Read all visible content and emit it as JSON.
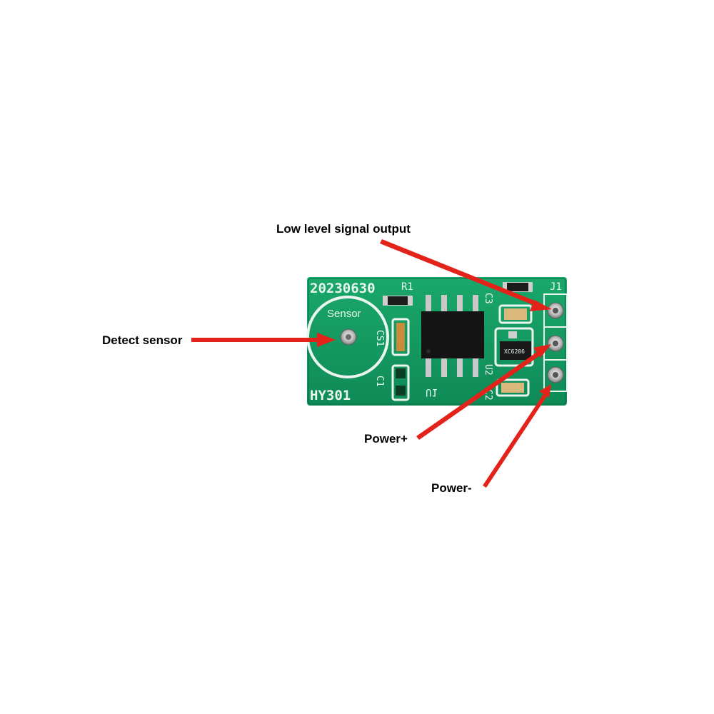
{
  "labels": {
    "signal_output": "Low level signal output",
    "detect_sensor": "Detect sensor",
    "power_plus": "Power+",
    "power_minus": "Power-"
  },
  "board": {
    "date_code": "20230630",
    "model": "HY301",
    "sensor_label": "Sensor",
    "ref_r1": "R1",
    "ref_j1": "J1",
    "ref_cs1": "CS1",
    "ref_c1": "C1",
    "ref_c3": "C3",
    "ref_u2": "U2",
    "ref_u1": "U1",
    "ref_c2": "C2",
    "chip_marking": "XC6206"
  },
  "colors": {
    "pcb": "#149a62",
    "arrow": "#e32219",
    "silk": "#e9f5ee"
  }
}
